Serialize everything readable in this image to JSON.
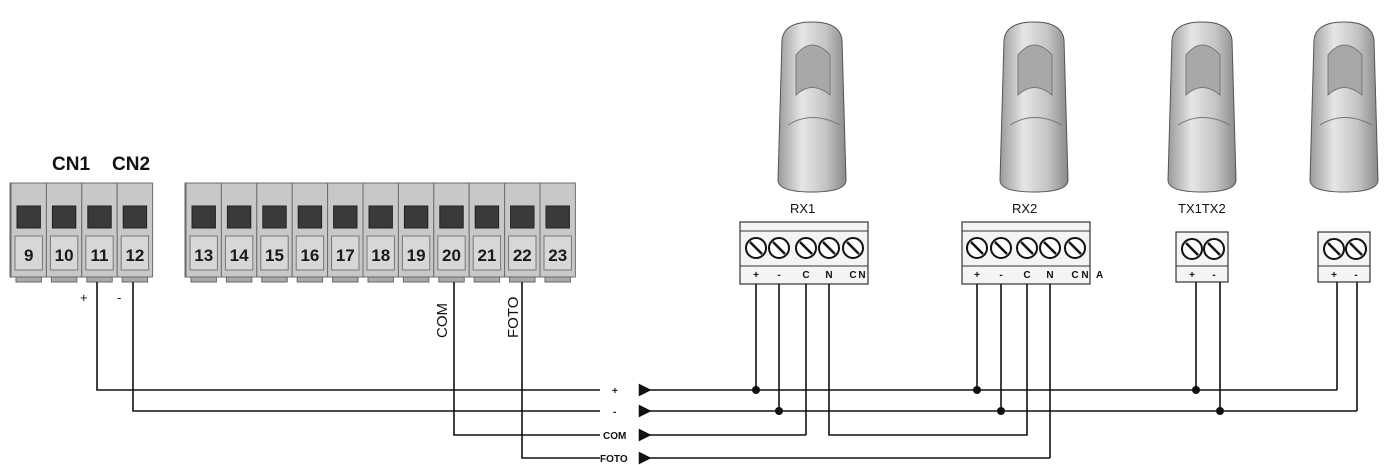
{
  "connector_labels": {
    "cn1": "CN1",
    "cn2": "CN2"
  },
  "group_a_terminals": [
    "9",
    "10",
    "11",
    "12"
  ],
  "group_b_terminals": [
    "13",
    "14",
    "15",
    "16",
    "17",
    "18",
    "19",
    "20",
    "21",
    "22",
    "23"
  ],
  "polarity_plus": "+",
  "polarity_minus": "-",
  "signal_com": "COM",
  "signal_foto": "FOTO",
  "devices": {
    "rx1": {
      "label": "RX1",
      "pins": [
        "+",
        "-",
        "C",
        "N",
        "C",
        "N"
      ]
    },
    "rx2": {
      "label": "RX2",
      "pins": [
        "+",
        "-",
        "C",
        "N",
        "C",
        "N"
      ],
      "suffix": "A"
    },
    "tx_label": "TX1TX2",
    "tx1": {
      "pins": [
        "+",
        "-"
      ]
    },
    "tx2": {
      "pins": [
        "+",
        "-"
      ]
    }
  },
  "bus": {
    "plus": "+",
    "minus": "-",
    "com": "COM",
    "foto": "FOTO"
  },
  "colors": {
    "terminal_body": "#c8c8c8",
    "terminal_window": "#3a3a3a",
    "wire": "#111111",
    "sensor_body": "#cfcfcf"
  }
}
